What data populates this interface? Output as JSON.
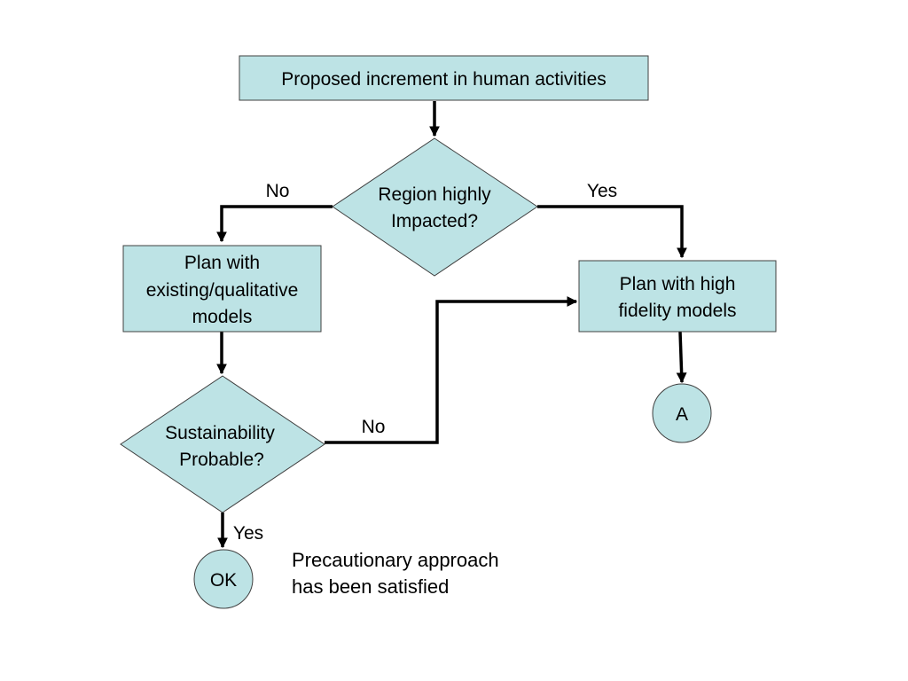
{
  "colors": {
    "shape_fill": "#bde3e5",
    "shape_stroke": "#404040",
    "connector": "#000000",
    "background": "#ffffff"
  },
  "nodes": {
    "start": {
      "label": "Proposed increment in human activities"
    },
    "decision_region": {
      "line1": "Region highly",
      "line2": "Impacted?"
    },
    "plan_existing": {
      "line1": "Plan with",
      "line2": "existing/qualitative",
      "line3": "models"
    },
    "plan_high": {
      "line1": "Plan with high",
      "line2": "fidelity models"
    },
    "decision_sustain": {
      "line1": "Sustainability",
      "line2": "Probable?"
    },
    "connector_a": {
      "label": "A"
    },
    "connector_ok": {
      "label": "OK"
    }
  },
  "edges": {
    "region_no": "No",
    "region_yes": "Yes",
    "sustain_no": "No",
    "sustain_yes": "Yes"
  },
  "note": {
    "line1": "Precautionary approach",
    "line2": "has been satisfied"
  }
}
